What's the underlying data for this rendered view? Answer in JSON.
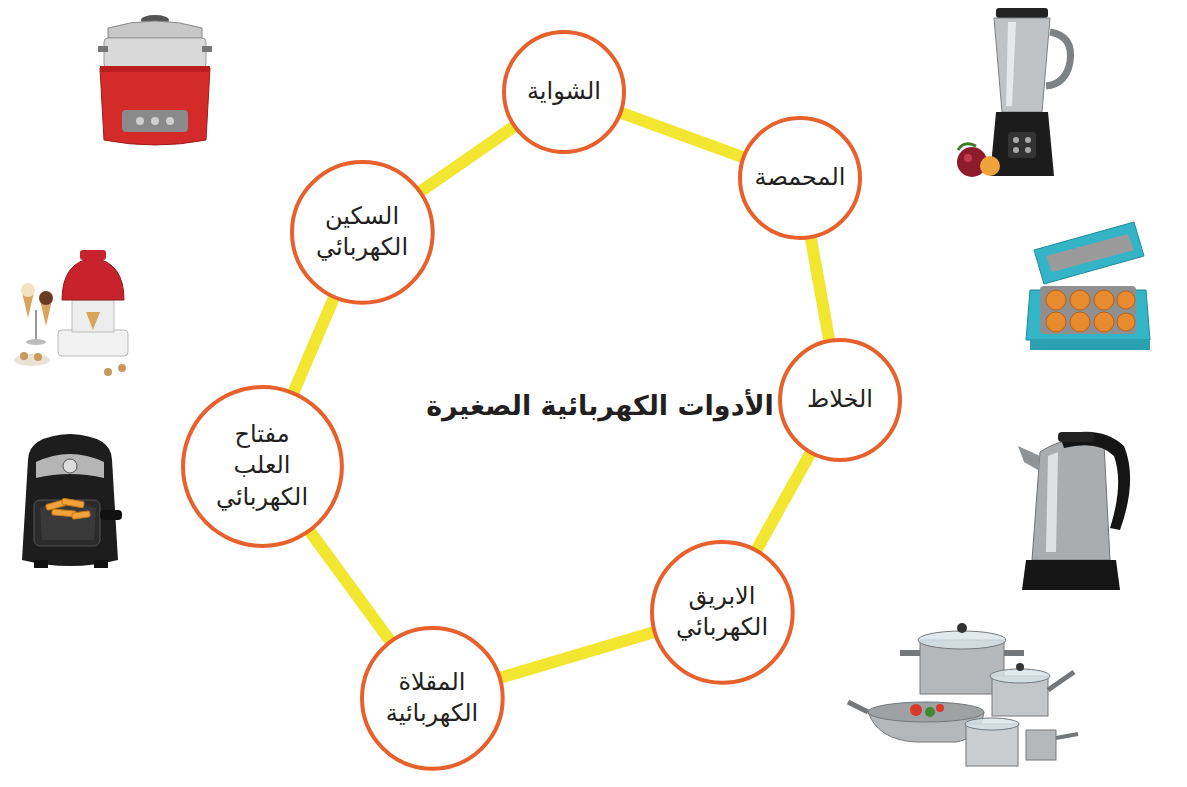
{
  "diagram": {
    "title": "الأدوات الكهربائية الصغيرة",
    "nodes": [
      {
        "text": [
          "الشواية"
        ]
      },
      {
        "text": [
          "المحمصة"
        ]
      },
      {
        "text": [
          "الخلاط"
        ]
      },
      {
        "text": [
          "الابريق الكهربائي"
        ]
      },
      {
        "text": [
          "المقلاة الكهربائية"
        ]
      },
      {
        "text": [
          "مفتاح العلب الكهربائي"
        ]
      },
      {
        "text": [
          "السكين الكهربائي"
        ]
      }
    ],
    "edges": [
      {
        "from": 0,
        "to": 1,
        "arrow": "none"
      },
      {
        "from": 1,
        "to": 2,
        "arrow": "none"
      },
      {
        "from": 2,
        "to": 3,
        "arrow": "none"
      },
      {
        "from": 3,
        "to": 4,
        "arrow": "none"
      },
      {
        "from": 4,
        "to": 5,
        "arrow": "none"
      },
      {
        "from": 5,
        "to": 6,
        "arrow": "none"
      },
      {
        "from": 6,
        "to": 0,
        "arrow": "none"
      }
    ]
  }
}
